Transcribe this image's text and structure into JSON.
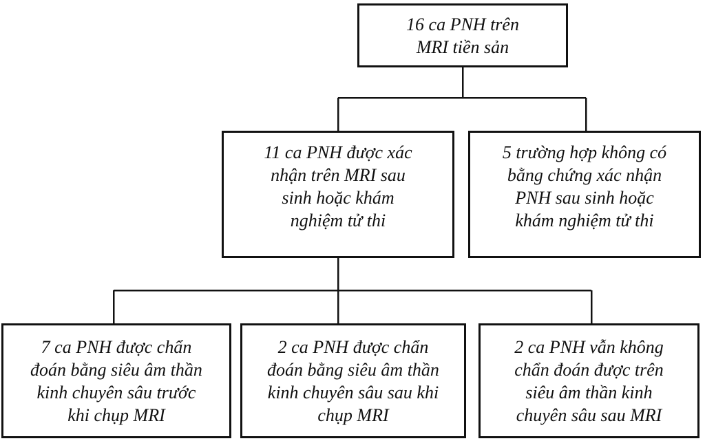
{
  "diagram": {
    "type": "flowchart",
    "colors": {
      "line": "#111111",
      "box_border": "#111111",
      "box_background": "#ffffff",
      "text": "#111111"
    },
    "nodes": [
      {
        "id": "root",
        "label": "16 ca PNH trên\nMRI tiền sản"
      },
      {
        "id": "confirmed",
        "label": "11 ca PNH được xác\nnhận trên MRI sau\nsinh hoặc khám\nnghiệm tử thi"
      },
      {
        "id": "no-evidence",
        "label": "5 trường hợp không có\nbằng chứng xác nhận\nPNH sau sinh hoặc\nkhám nghiệm tử thi"
      },
      {
        "id": "us-before-mri",
        "label": "7 ca PNH được chẩn\nđoán bằng siêu âm thần\nkinh chuyên sâu trước\nkhi chụp MRI"
      },
      {
        "id": "us-after-mri",
        "label": "2 ca PNH được chẩn\nđoán bằng siêu âm thần\nkinh chuyên sâu sau khi\nchụp MRI"
      },
      {
        "id": "undiagnosed-us",
        "label": "2 ca PNH vẫn không\nchẩn đoán được trên\nsiêu âm thần kinh\nchuyên sâu sau MRI"
      }
    ],
    "edges": [
      {
        "from": "root",
        "to": "confirmed"
      },
      {
        "from": "root",
        "to": "no-evidence"
      },
      {
        "from": "confirmed",
        "to": "us-before-mri"
      },
      {
        "from": "confirmed",
        "to": "us-after-mri"
      },
      {
        "from": "confirmed",
        "to": "undiagnosed-us"
      }
    ]
  }
}
